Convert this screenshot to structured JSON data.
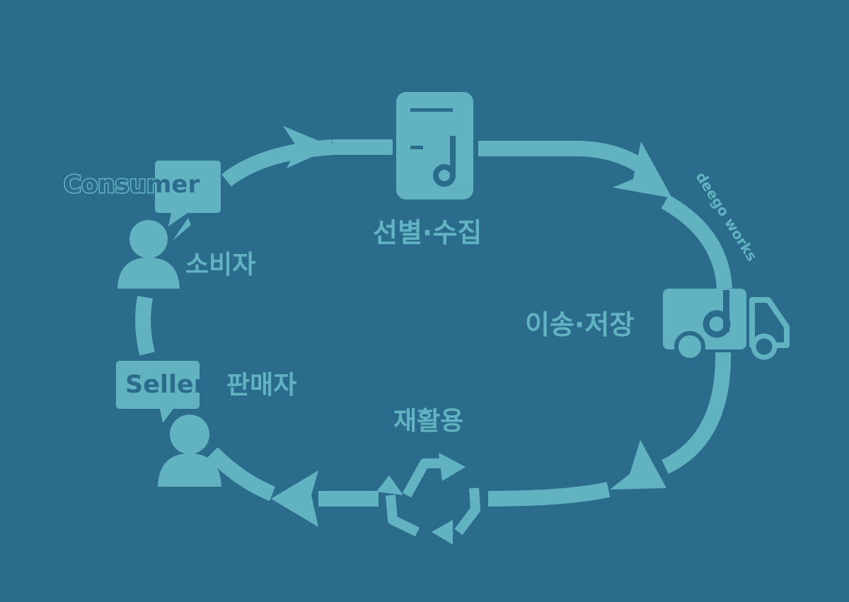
{
  "colors": {
    "background": "#2b6b8c",
    "accent": "#62b3c2"
  },
  "stages": {
    "collect": "선별·수집",
    "transport": "이송·저장",
    "recycle": "재활용"
  },
  "actors": {
    "consumer_en": "Consumer",
    "consumer_ko": "소비자",
    "seller_en": "Seller",
    "seller_ko": "판매자"
  },
  "brand": "deego works",
  "icons": [
    "server-icon",
    "truck-icon",
    "recycle-icon",
    "person-icon",
    "speech-bubble-icon",
    "arrow-icon"
  ]
}
